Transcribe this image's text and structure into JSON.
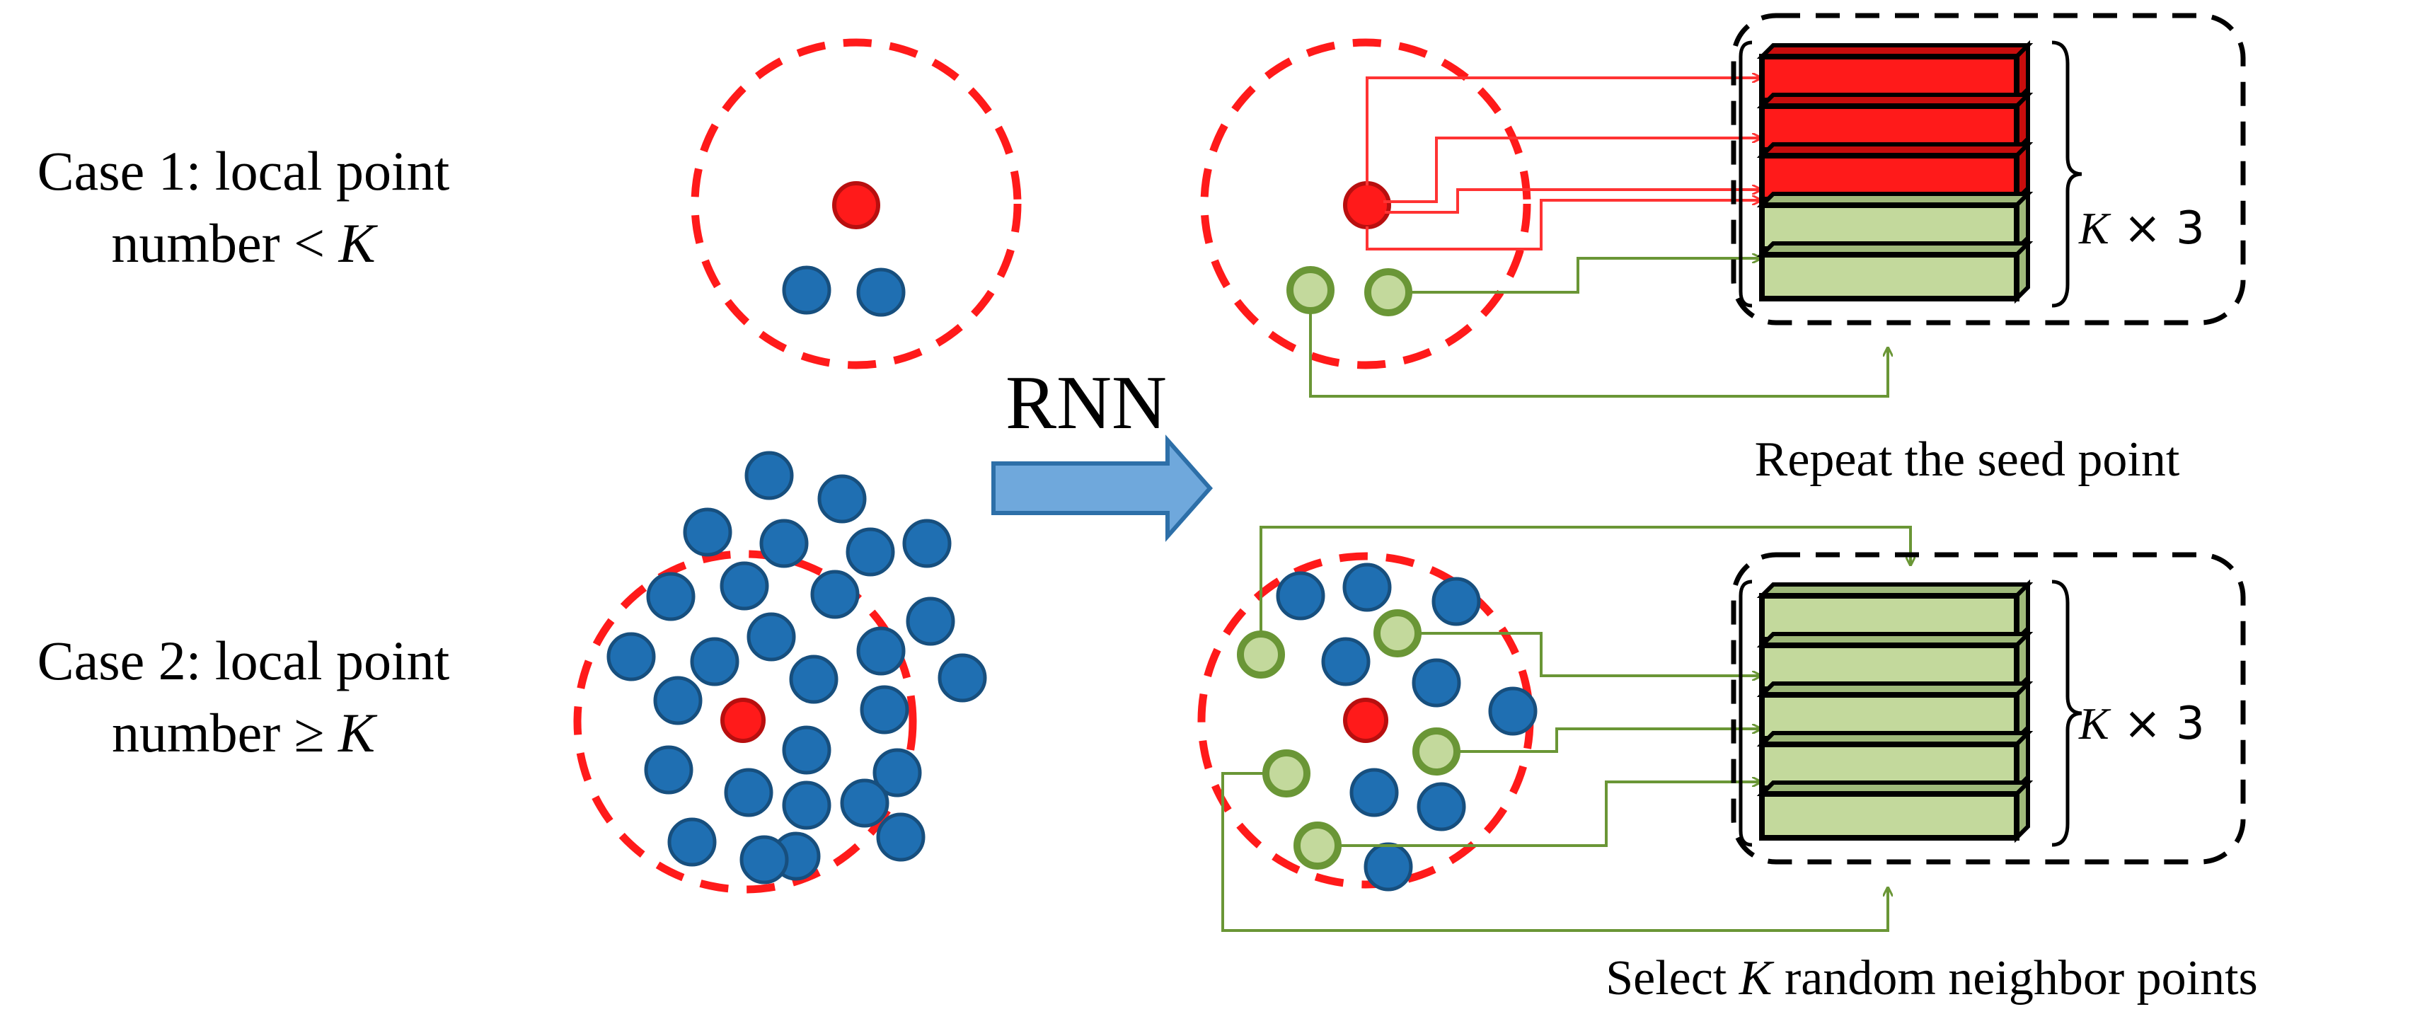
{
  "labels": {
    "case1_line1": "Case 1: local point",
    "case1_line2_prefix": "number < ",
    "case2_line1": "Case 2: local point",
    "case2_line2_prefix": "number ≥ ",
    "k_symbol": "K",
    "rnn": "RNN",
    "k_times_3_suffix": " × 3",
    "repeat_seed": "Repeat the seed point",
    "select_prefix": "Select ",
    "select_suffix": " random neighbor points"
  },
  "colors": {
    "seed_red": "#ff1a1a",
    "point_blue": "#1f6fb2",
    "point_blue_stroke": "#174f7e",
    "neighbor_fill": "#c3d99c",
    "neighbor_stroke": "#6a9636",
    "block_red": "#ff1a1a",
    "block_green": "#c3d99c",
    "arrow_red": "#ff3333",
    "arrow_green": "#6a9636",
    "rnn_arrow": "#6fa8dc",
    "dashed_circle": "#ff1a1a"
  },
  "icons": {
    "rnn_arrow": "right-block-arrow-icon",
    "seed": "red-dot-icon",
    "neighbor": "green-circle-icon",
    "point": "blue-dot-icon"
  },
  "case1": {
    "stack": [
      "red",
      "red",
      "red",
      "green",
      "green"
    ]
  },
  "case2": {
    "stack": [
      "green",
      "green",
      "green",
      "green",
      "green"
    ]
  }
}
